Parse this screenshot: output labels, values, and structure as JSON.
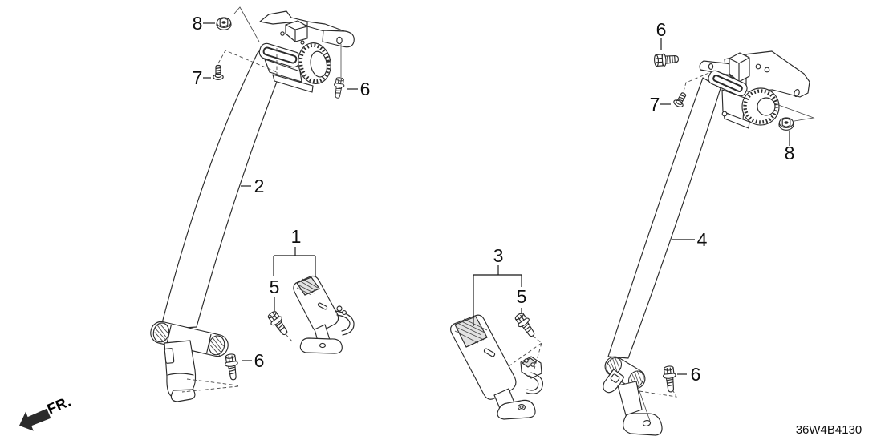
{
  "diagram": {
    "code": "36W4B4130",
    "direction_label": "FR."
  },
  "callouts": {
    "c1": "1",
    "c2": "2",
    "c3": "3",
    "c4": "4",
    "c5": "5",
    "c6": "6",
    "c7": "7",
    "c8": "8"
  }
}
